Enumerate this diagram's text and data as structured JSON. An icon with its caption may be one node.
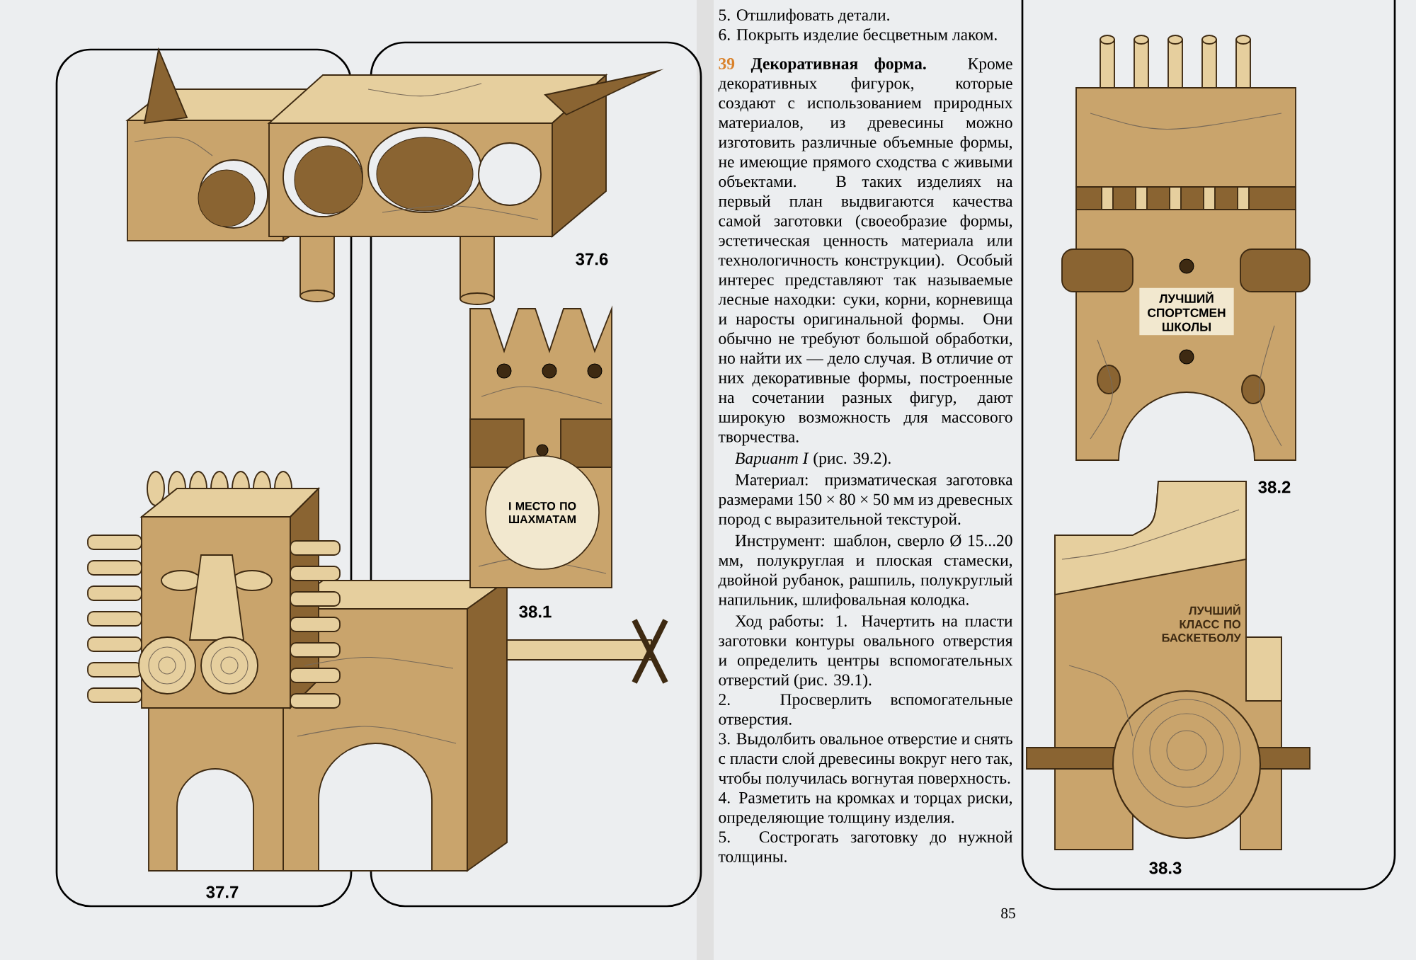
{
  "diagram": {
    "nodes": [
      {
        "text": [
          "I МЕСТО ПО ШАХМАТАМ"
        ]
      },
      {
        "text": [
          "ЛУЧШИЙ СПОРТСМЕН ШКОЛЫ"
        ]
      },
      {
        "text": [
          "ЛУЧШИЙ КЛАСС ПО БАСКЕТБОЛУ"
        ]
      }
    ],
    "labels": [
      "37.6",
      "38.1",
      "37.7",
      "5. Отшлифовать детали.",
      "6. Покрыть изделие бесцветным лаком.",
      "39",
      "**Декоративная форма.** Кроме декоративных фигурок, которые создают с использованием природных материалов, из древесины можно изготовить различные объемные формы, не имеющие прямого сходства с живыми объектами. В таких изделиях на первый план выдвигаются качества самой заготовки (своеобразие формы, эстетическая ценность материала или технологичность конструкции). Особый интерес представляют так называемые лесные находки: суки, корни, корневища и наросты оригинальной формы. Они обычно не требуют большой обработки, но найти их — дело случая. В отличие от них декоративные формы, построенные на сочетании разных фигур, дают широкую возможность для массового творчества.",
      "*Вариант I* (рис. 39.2).",
      "Материал: призматическая заготовка размерами 150 × 80 × 50 мм из древесных пород с выразительной текстурой.",
      "Инструмент: шаблон, сверло Ø 15...20 мм, полукруглая и плоская стамески, двойной рубанок, рашпиль, полукруглый напильник, шлифовальная колодка.",
      "Ход работы: 1. Начертить на пласти заготовки контуры овального отверстия и определить центры вспомогательных отверстий (рис. 39.1).",
      "2. Просверлить вспомогательные отверстия.",
      "3. Выдолбить овальное отверстие и снять с пласти слой древесины вокруг него так, чтобы получилась вогнутая поверхность.",
      "4. Разметить на кромках и торцах риски, определяющие толщину изделия.",
      "5. Сострогать заготовку до нужной толщины.",
      "38.2",
      "38.3",
      "85"
    ]
  }
}
